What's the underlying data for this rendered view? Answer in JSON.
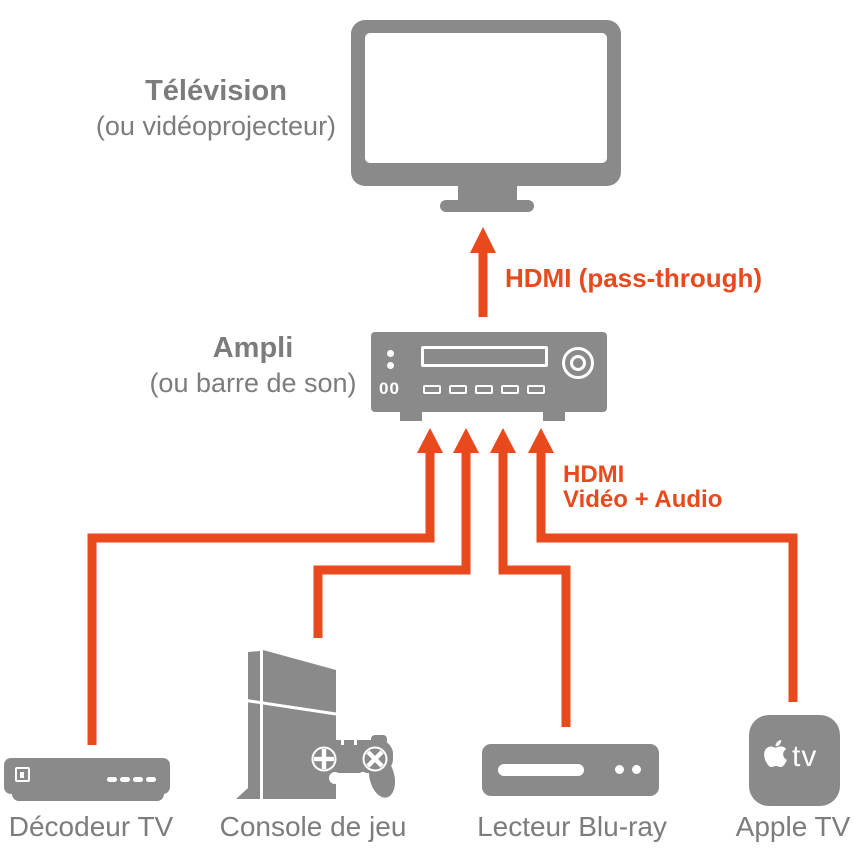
{
  "colors": {
    "accent": "#E8491D",
    "device_gray": "#8A8A8A",
    "label_gray": "#7C7C7C",
    "white": "#FFFFFF"
  },
  "tv": {
    "title": "Télévision",
    "subtitle": "(ou vidéoprojecteur)"
  },
  "amp": {
    "title": "Ampli",
    "subtitle": "(ou barre de son)",
    "indicator_text": "00"
  },
  "connections": {
    "passthrough_label": "HDMI (pass-through)",
    "hdmi_label_line1": "HDMI",
    "hdmi_label_line2": "Vidéo + Audio"
  },
  "appletv": {
    "logo_text": "tv"
  },
  "devices": [
    {
      "label": "Décodeur TV"
    },
    {
      "label": "Console de jeu"
    },
    {
      "label": "Lecteur Blu-ray"
    },
    {
      "label": "Apple TV"
    }
  ]
}
